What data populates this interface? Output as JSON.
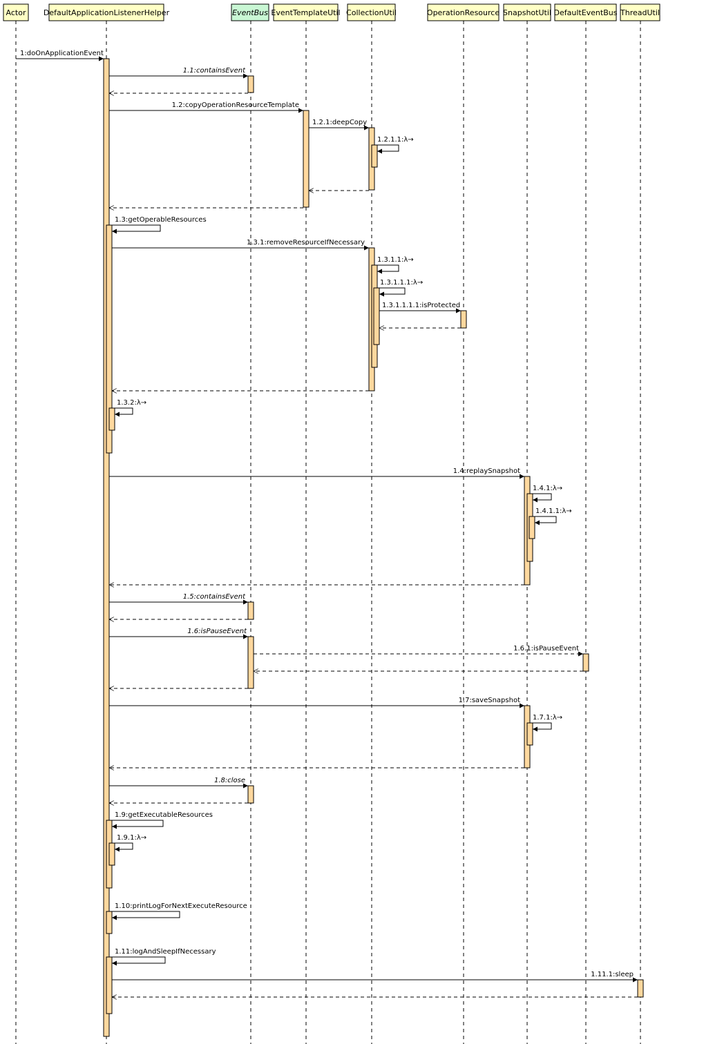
{
  "colors": {
    "header_fill": "#FFFFC5",
    "interface_fill": "#C9F7D4",
    "activation_fill": "#FFD89E",
    "stroke": "#000000"
  },
  "participants": [
    {
      "id": "actor",
      "name": "Actor"
    },
    {
      "id": "helper",
      "name": "DefaultApplicationListenerHelper"
    },
    {
      "id": "eventbus",
      "name": "EventBus",
      "italic": true,
      "interface": true
    },
    {
      "id": "etu",
      "name": "EventTemplateUtil"
    },
    {
      "id": "cu",
      "name": "CollectionUtil"
    },
    {
      "id": "or",
      "name": "OperationResource"
    },
    {
      "id": "su",
      "name": "SnapshotUtil"
    },
    {
      "id": "deb",
      "name": "DefaultEventBus"
    },
    {
      "id": "tu",
      "name": "ThreadUtil"
    }
  ],
  "messages": [
    {
      "text": "1:doOnApplicationEvent"
    },
    {
      "text": "1.1:containsEvent",
      "italic": true
    },
    {
      "text": "1.2:copyOperationResourceTemplate"
    },
    {
      "text": "1.2.1:deepCopy"
    },
    {
      "text": "1.2.1.1:λ→"
    },
    {
      "text": "1.3:getOperableResources"
    },
    {
      "text": "1.3.1:removeResourceIfNecessary"
    },
    {
      "text": "1.3.1.1:λ→"
    },
    {
      "text": "1.3.1.1.1:λ→"
    },
    {
      "text": "1.3.1.1.1.1:isProtected"
    },
    {
      "text": "1.3.2:λ→"
    },
    {
      "text": "1.4:replaySnapshot"
    },
    {
      "text": "1.4.1:λ→"
    },
    {
      "text": "1.4.1.1:λ→"
    },
    {
      "text": "1.5:containsEvent",
      "italic": true
    },
    {
      "text": "1.6:isPauseEvent",
      "italic": true
    },
    {
      "text": "1.6.1:isPauseEvent"
    },
    {
      "text": "1.7:saveSnapshot"
    },
    {
      "text": "1.7.1:λ→"
    },
    {
      "text": "1.8:close",
      "italic": true
    },
    {
      "text": "1.9:getExecutableResources"
    },
    {
      "text": "1.9.1:λ→"
    },
    {
      "text": "1.10:printLogForNextExecuteResource"
    },
    {
      "text": "1.11:logAndSleepIfNecessary"
    },
    {
      "text": "1.11.1:sleep"
    }
  ]
}
